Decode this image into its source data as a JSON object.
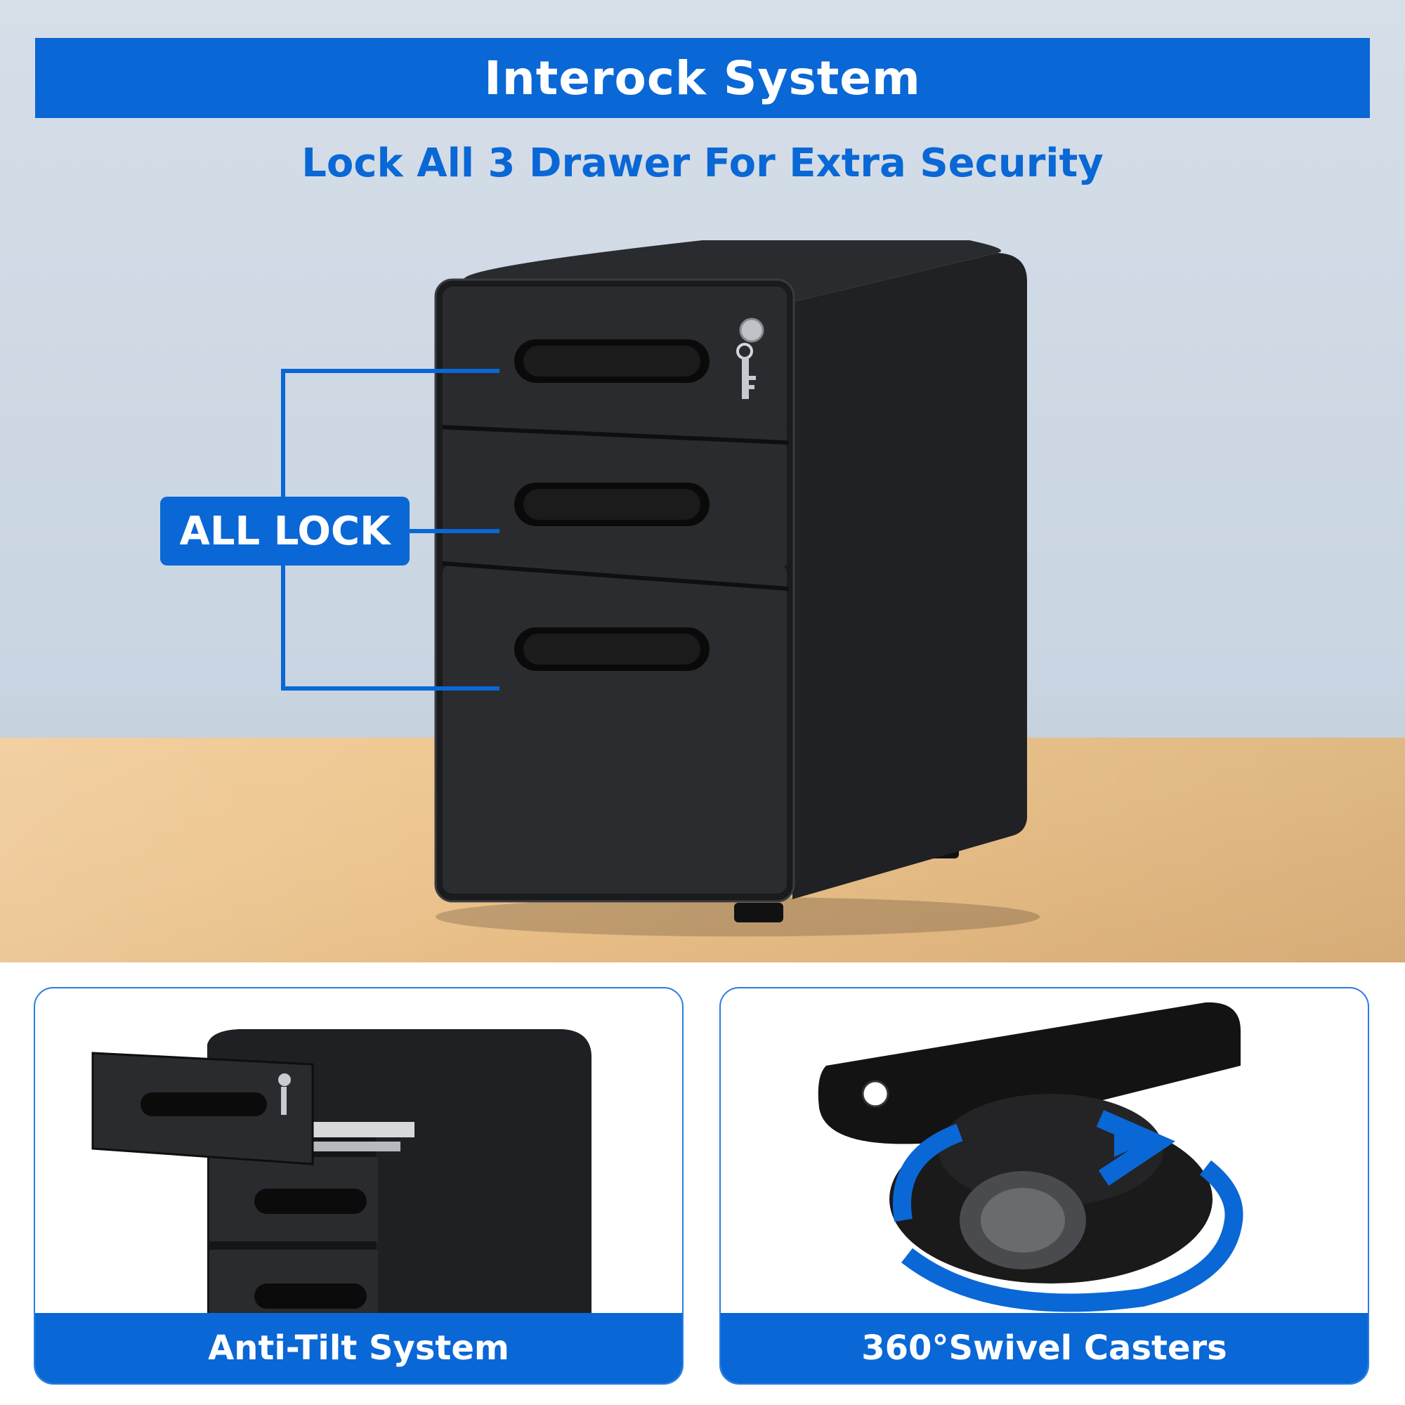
{
  "header": {
    "title": "Interock System",
    "subtitle": "Lock All 3 Drawer For Extra Security"
  },
  "callout": {
    "label": "ALL LOCK"
  },
  "features": [
    {
      "label": "Anti-Tilt System",
      "icon": "drawer-open-icon"
    },
    {
      "label": "360°Swivel Casters",
      "icon": "swivel-caster-icon"
    }
  ],
  "colors": {
    "accent": "#0a67d6",
    "cabinet": "#1e1f22",
    "wall": "#cfd9e4",
    "floor": "#ecc28b"
  }
}
